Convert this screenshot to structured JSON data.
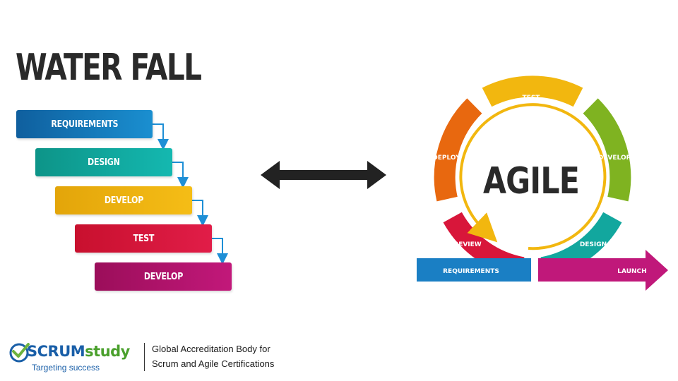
{
  "waterfall": {
    "title": "WATER FALL",
    "steps": [
      {
        "label": "REQUIREMENTS",
        "color": "#1a7fc4"
      },
      {
        "label": "DESIGN",
        "color": "#12a79e"
      },
      {
        "label": "DEVELOP",
        "color": "#f0b20f"
      },
      {
        "label": "TEST",
        "color": "#d8163a"
      },
      {
        "label": "DEVELOP",
        "color": "#b0146c"
      }
    ],
    "arrow_color": "#1e8fd6"
  },
  "agile": {
    "title": "AGILE",
    "segments": {
      "test": "TEST",
      "develop": "DEVELOP",
      "design": "DESIGN",
      "review": "REVIEW",
      "deploy": "DEPLOY"
    },
    "requirements": "REQUIREMENTS",
    "launch": "LAUNCH",
    "colors": {
      "test": "#f2b70f",
      "develop": "#7fb321",
      "design": "#12a79e",
      "review": "#d8163a",
      "deploy": "#e8680f",
      "requirements": "#1a7fc4",
      "launch": "#c0187a",
      "inner_loop": "#f2b70f"
    }
  },
  "footer": {
    "brand_part1": "SCRUM",
    "brand_part2": "study",
    "tagline": "Targeting success",
    "line1": "Global Accreditation Body for",
    "line2": "Scrum and Agile Certifications"
  }
}
